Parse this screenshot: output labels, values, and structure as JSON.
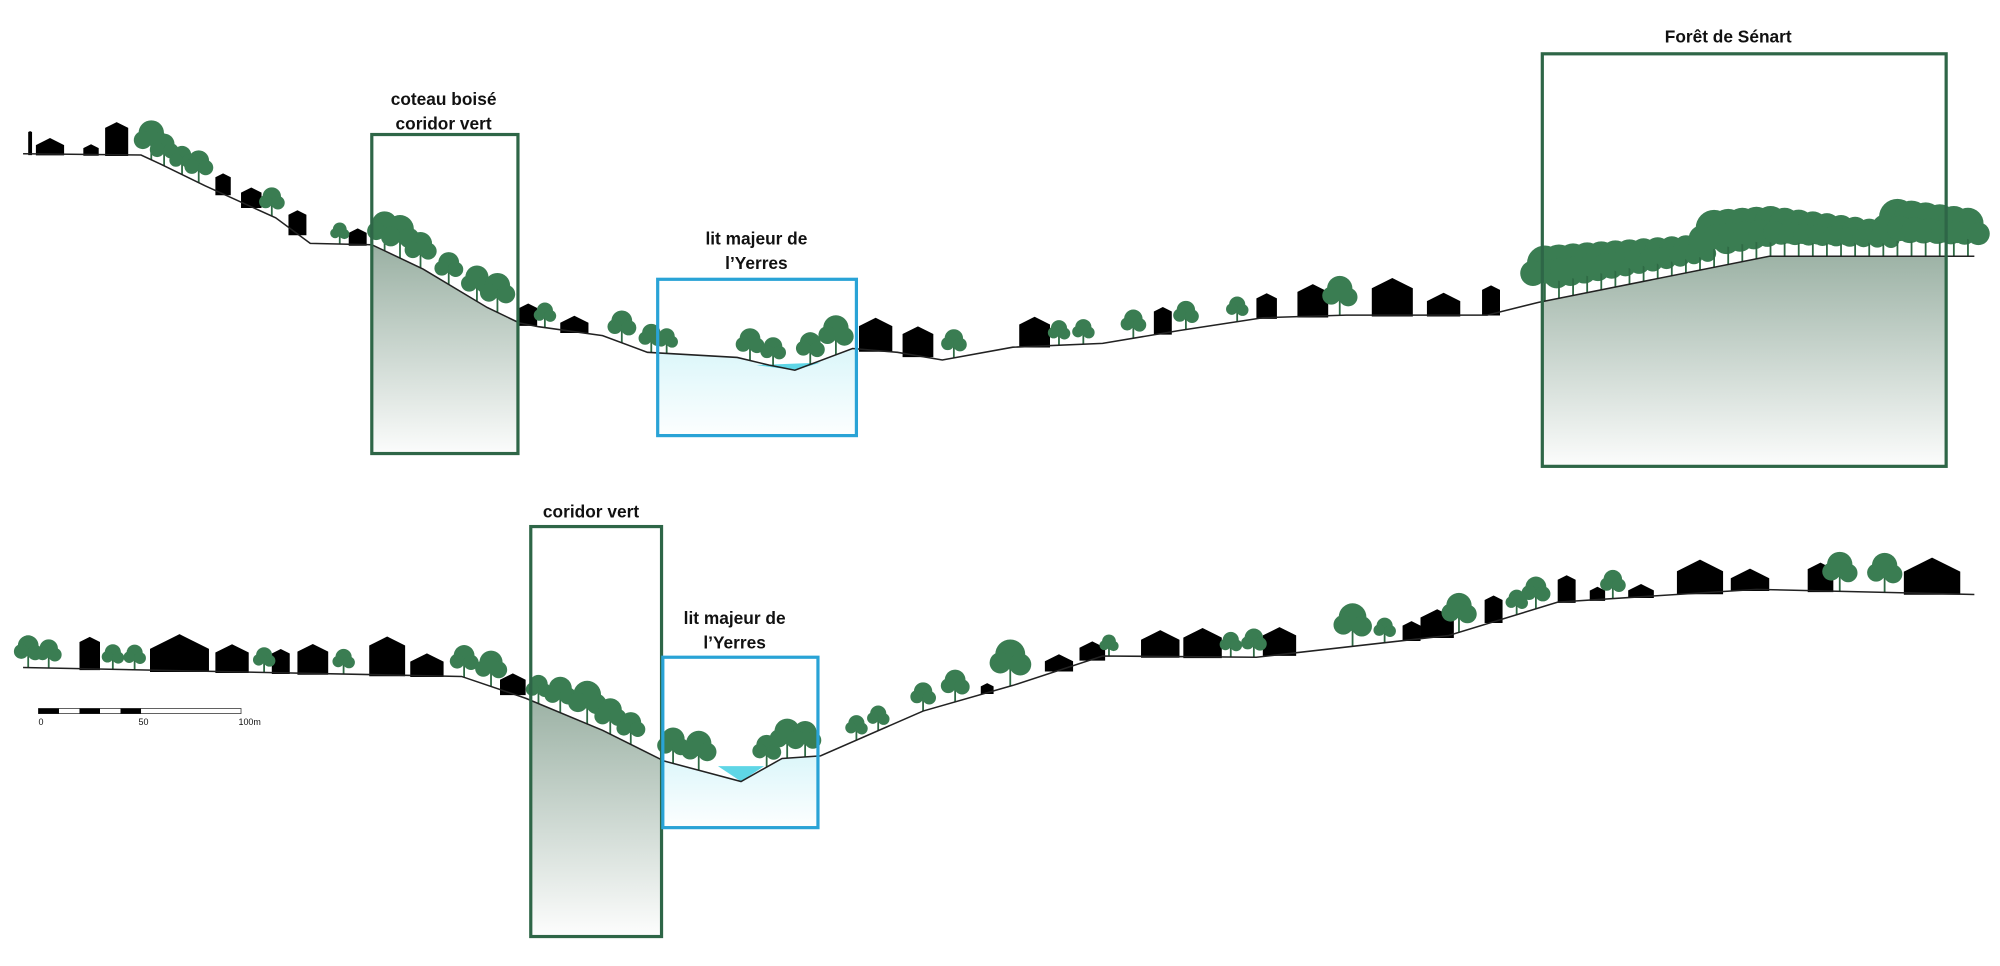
{
  "colors": {
    "green_frame": "#2e6647",
    "blue_frame": "#29a3d6",
    "tree": "#3a7d52",
    "building": "#000000",
    "terrain_line": "#222222",
    "green_fill_top": "#6f8f7c",
    "blue_fill_top": "#8fe3ef"
  },
  "top_section": {
    "coteau_label_line1": "coteau boisé",
    "coteau_label_line2": "coridor vert",
    "river_label_line1": "lit majeur de",
    "river_label_line2": "l’Yerres",
    "forest_label": "Forêt de Sénart"
  },
  "bottom_section": {
    "corridor_label": "coridor vert",
    "river_label_line1": "lit majeur de",
    "river_label_line2": "l’Yerres"
  },
  "scale_bar": {
    "label_0": "0",
    "label_50": "50",
    "label_100": "100m"
  }
}
